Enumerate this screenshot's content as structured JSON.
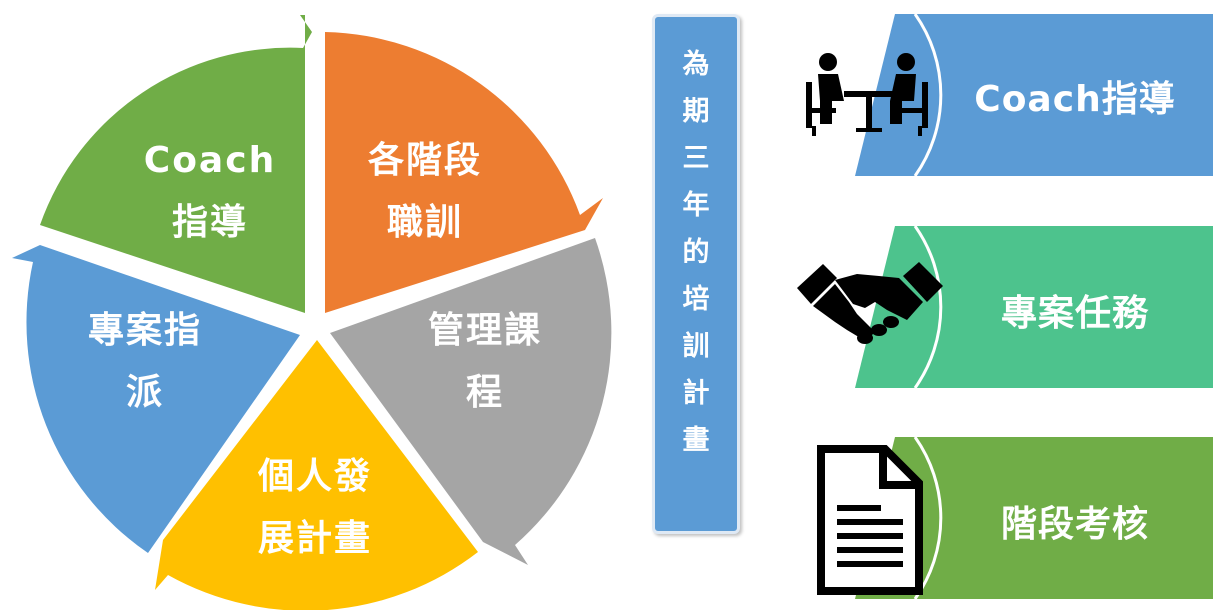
{
  "cycle": {
    "segments": [
      {
        "lines": [
          "Coach",
          "指導"
        ],
        "color": "#70ad47"
      },
      {
        "lines": [
          "各階段",
          "職訓"
        ],
        "color": "#ed7d31"
      },
      {
        "lines": [
          "管理課",
          "程"
        ],
        "color": "#a5a5a5"
      },
      {
        "lines": [
          "個人發",
          "展計畫"
        ],
        "color": "#ffc000"
      },
      {
        "lines": [
          "專案指",
          "派"
        ],
        "color": "#5b9bd5"
      }
    ]
  },
  "vertical_bar": {
    "chars": [
      "為",
      "期",
      "三",
      "年",
      "的",
      "培",
      "訓",
      "計",
      "畫"
    ],
    "color": "#5b9bd5"
  },
  "items": [
    {
      "label": "Coach指導",
      "icon": "meeting-icon",
      "color": "#5b9bd5"
    },
    {
      "label": "專案任務",
      "icon": "handshake-icon",
      "color": "#4dc38d"
    },
    {
      "label": "階段考核",
      "icon": "document-icon",
      "color": "#70ad47"
    }
  ]
}
